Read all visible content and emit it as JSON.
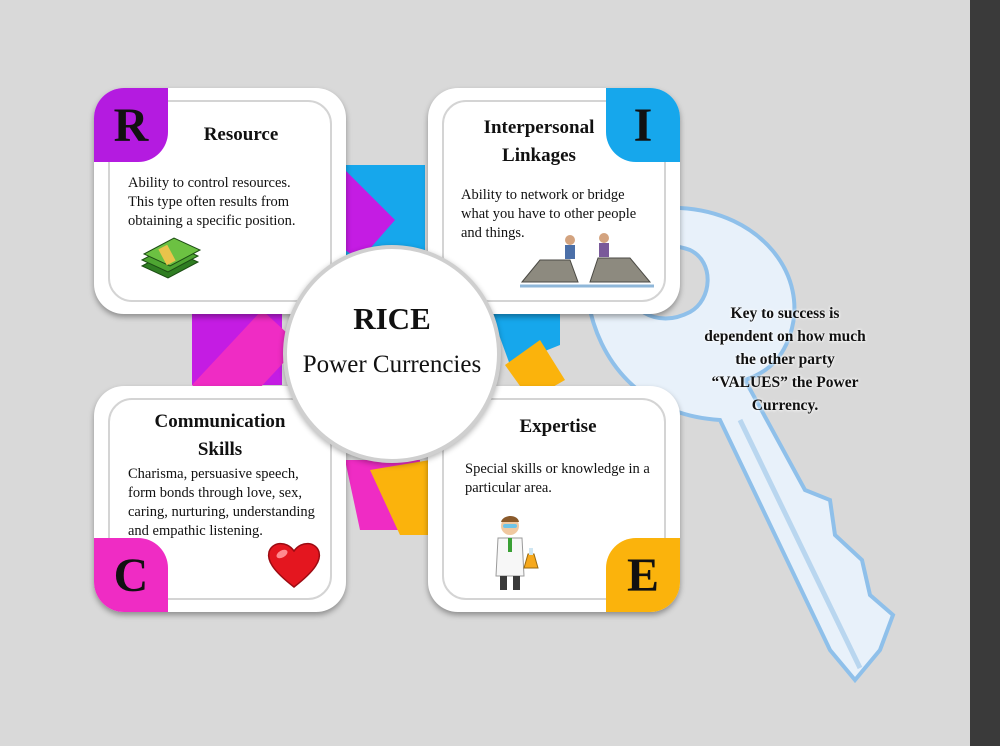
{
  "center": {
    "title": "RICE",
    "subtitle": "Power Currencies"
  },
  "cards": {
    "resource": {
      "letter": "R",
      "title": "Resource",
      "body": "Ability to control resources. This type often results from obtaining a specific position.",
      "color": "#b41be0",
      "icon": "money-stack-icon"
    },
    "interpersonal": {
      "letter": "I",
      "title": "Interpersonal Linkages",
      "body": "Ability to network or bridge what you have to other people and things.",
      "color": "#16a7ec",
      "icon": "bridge-people-icon"
    },
    "communication": {
      "letter": "C",
      "title": "Communication Skills",
      "body": "Charisma, persuasive speech, form bonds through love, sex, caring, nurturing, understanding and empathic listening.",
      "color": "#ef2cc4",
      "icon": "heart-icon"
    },
    "expertise": {
      "letter": "E",
      "title": "Expertise",
      "body": "Special skills or knowledge in a particular area.",
      "color": "#fbb30c",
      "icon": "scientist-icon"
    }
  },
  "key": {
    "text": "Key to success is dependent on how much the other party “VALUES” the Power Currency.",
    "icon": "key-icon",
    "color": "#e8f1fa"
  }
}
